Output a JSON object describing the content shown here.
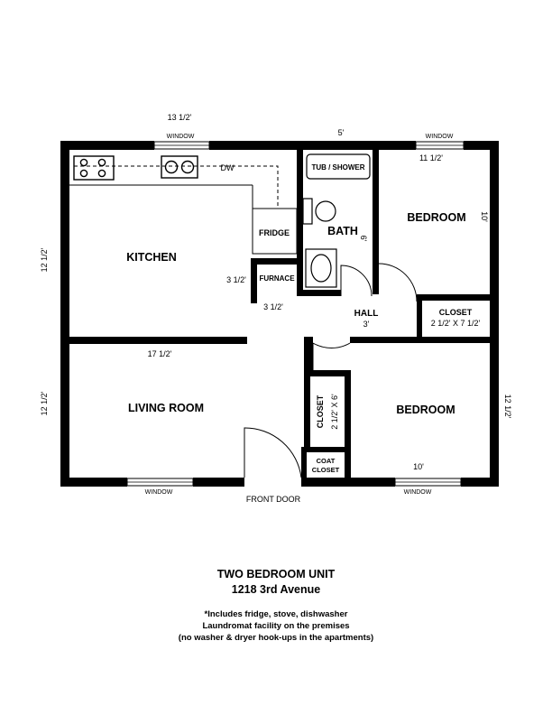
{
  "plan": {
    "rooms": {
      "kitchen": "KITCHEN",
      "living_room": "LIVING ROOM",
      "bath": "BATH",
      "bedroom_top": "BEDROOM",
      "bedroom_bottom": "BEDROOM",
      "hall": "HALL"
    },
    "fixtures": {
      "fridge": "FRIDGE",
      "furnace": "FURNACE",
      "tub_shower": "TUB / SHOWER",
      "dw": "DW",
      "closet_right": "CLOSET",
      "closet_center": "CLOSET",
      "coat_closet_line1": "COAT",
      "coat_closet_line2": "CLOSET",
      "front_door": "FRONT DOOR"
    },
    "windows": {
      "top_left": "WINDOW",
      "top_right": "WINDOW",
      "bottom_left": "WINDOW",
      "bottom_right": "WINDOW"
    },
    "dimensions": {
      "top_width": "13 1/2'",
      "bath_width": "5'",
      "bedroom_top_width": "11 1/2'",
      "bedroom_top_depth": "10'",
      "bath_depth": "6'",
      "kitchen_depth": "12 1/2'",
      "living_depth": "12 1/2'",
      "bedroom_bottom_depth": "12 1/2'",
      "furnace_side": "3 1/2'",
      "furnace_bottom": "3 1/2'",
      "hall_width": "3'",
      "closet_right_size": "2 1/2' X 7 1/2'",
      "closet_center_size": "2 1/2' X 6'",
      "living_width": "17 1/2'",
      "bedroom_bottom_width": "10'"
    }
  },
  "caption": {
    "title": "TWO BEDROOM UNIT",
    "address": "1218 3rd Avenue",
    "notes": [
      "*Includes fridge, stove, dishwasher",
      "Laundromat facility on the premises",
      "(no washer & dryer hook-ups in the apartments)"
    ]
  }
}
